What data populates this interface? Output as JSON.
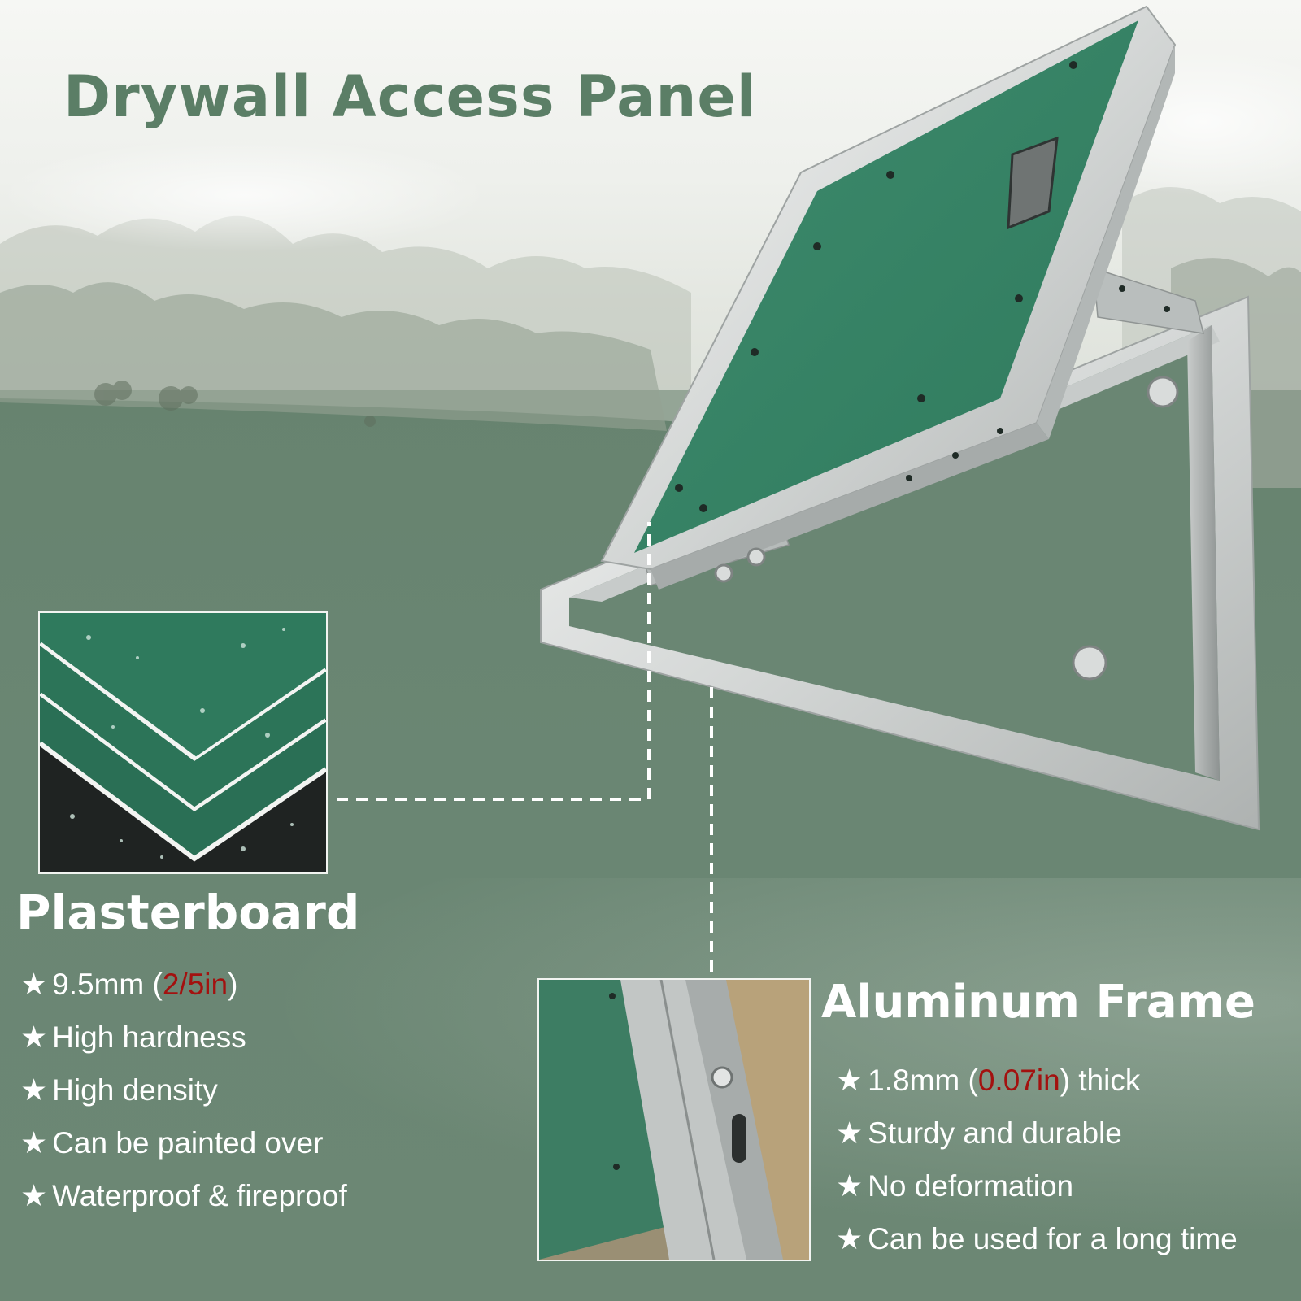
{
  "title": "Drywall Access Panel",
  "colors": {
    "title": "#5b7e66",
    "background_green": "#6a8673",
    "panel_green": "#3f8a6c",
    "accent_red": "#a3110f",
    "text_white": "#ffffff"
  },
  "plasterboard": {
    "heading": "Plasterboard",
    "bullet_icon": "star",
    "bullet_1": {
      "prefix": "9.5mm (",
      "accent": "2/5in",
      "suffix": ")"
    },
    "bullet_2": "High hardness",
    "bullet_3": "High density",
    "bullet_4": "Can be painted over",
    "bullet_5": "Waterproof & fireproof"
  },
  "aluminum_frame": {
    "heading": "Aluminum Frame",
    "bullet_icon": "star",
    "bullet_1": {
      "prefix": "1.8mm (",
      "accent": "0.07in",
      "suffix": ") thick"
    },
    "bullet_2": "Sturdy and durable",
    "bullet_3": "No deformation",
    "bullet_4": "Can be used for a long time"
  },
  "star_glyph": "★"
}
